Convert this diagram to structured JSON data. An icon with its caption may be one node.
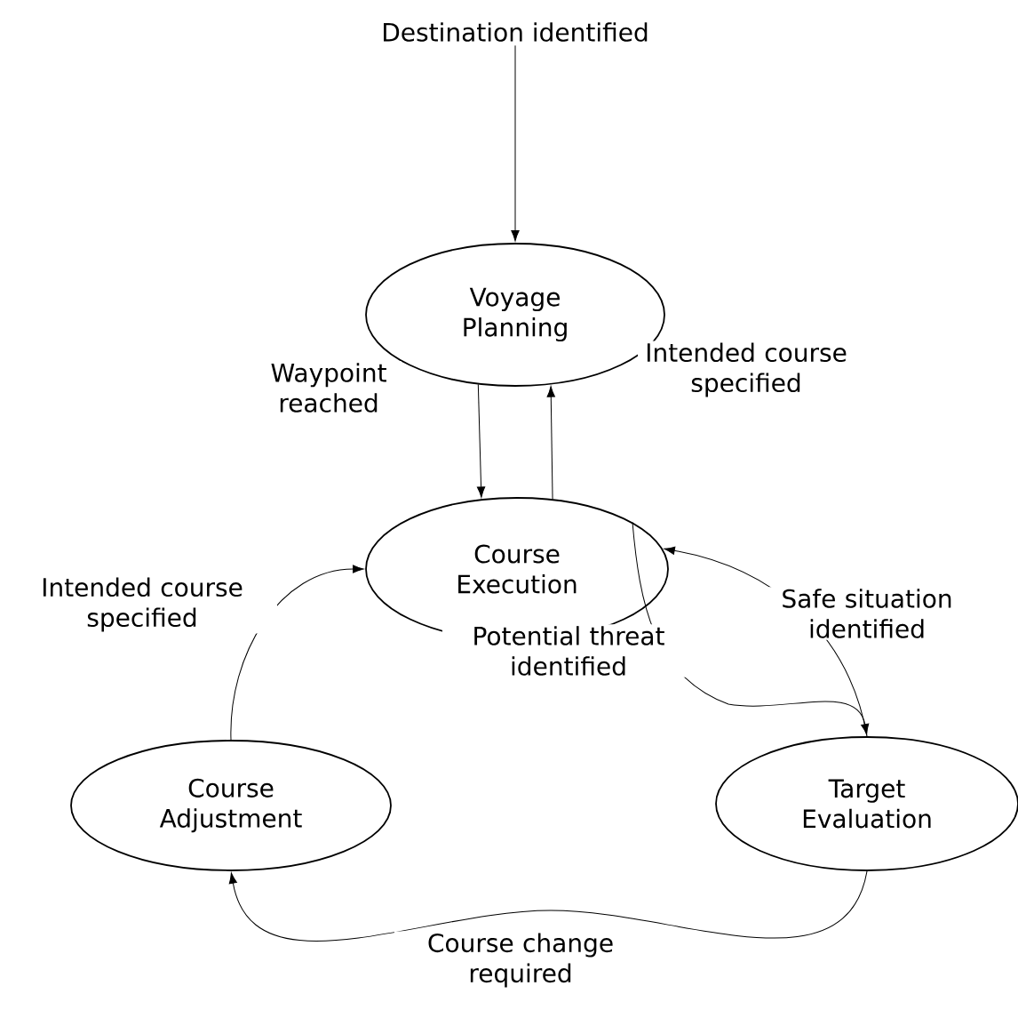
{
  "diagram": {
    "nodes": [
      {
        "text": [
          "Destination identified"
        ]
      },
      {
        "text": [
          "Voyage Planning"
        ]
      },
      {
        "text": [
          "Course Execution"
        ]
      },
      {
        "text": [
          "Course Adjustment"
        ]
      },
      {
        "text": [
          "Target Evaluation"
        ]
      }
    ],
    "edges": [
      {
        "from": 0,
        "to": 1,
        "arrow": "to"
      },
      {
        "from": 1,
        "to": 2,
        "arrow": "to",
        "label": "Waypoint reached"
      },
      {
        "from": 2,
        "to": 1,
        "arrow": "to",
        "label": "Intended course specified"
      },
      {
        "from": 3,
        "to": 2,
        "arrow": "to",
        "label": "Intended course specified"
      },
      {
        "from": 2,
        "to": 4,
        "arrow": "to",
        "label": "Potential threat identified"
      },
      {
        "from": 4,
        "to": 2,
        "arrow": "to",
        "label": "Safe situation identified"
      },
      {
        "from": 4,
        "to": 3,
        "arrow": "to",
        "label": "Course change required"
      }
    ]
  }
}
